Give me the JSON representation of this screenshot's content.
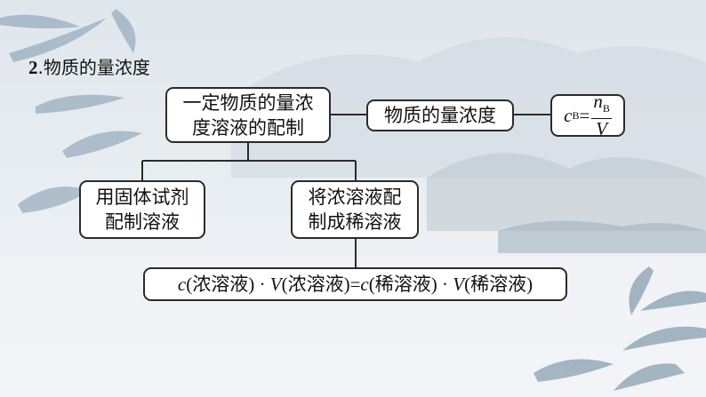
{
  "section_title": {
    "number": "2",
    "text": ".物质的量浓度"
  },
  "nodes": {
    "main": {
      "line1": "一定物质的量浓",
      "line2": "度溶液的配制"
    },
    "concept": "物质的量浓度",
    "formula": {
      "c": "c",
      "sub": "B",
      "eq": "=",
      "n": "n",
      "n_sub": "B",
      "v": "V"
    },
    "solid": {
      "line1": "用固体试剂",
      "line2": "配制溶液"
    },
    "dilute": {
      "line1": "将浓溶液配",
      "line2": "制成稀溶液"
    },
    "dilution_formula": {
      "c1": "c",
      "p1": "(浓溶液)",
      "dot1": "·",
      "v1": "V",
      "p2": "(浓溶液)",
      "eq": "=",
      "c2": "c",
      "p3": "(稀溶液)",
      "dot2": "·",
      "v2": "V",
      "p4": "(稀溶液)"
    }
  },
  "colors": {
    "border": "#2b2b2b",
    "box_bg": "#ffffff",
    "text": "#111111"
  }
}
